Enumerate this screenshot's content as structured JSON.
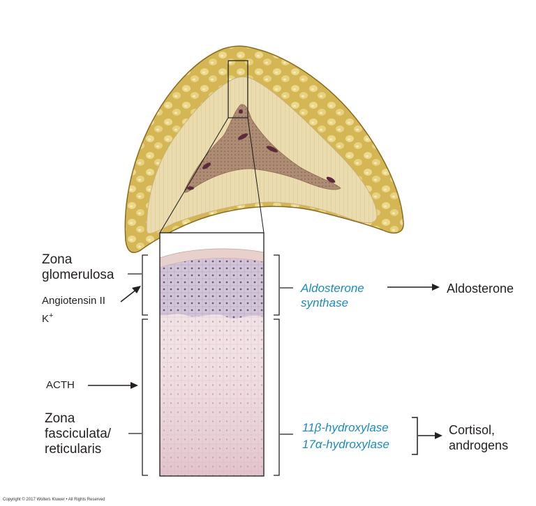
{
  "labels": {
    "zona_glomerulosa": [
      "Zona",
      "glomerulosa"
    ],
    "angiotensin": "Angiotensin II",
    "k_plus": "K",
    "k_plus_sup": "+",
    "acth": "ACTH",
    "zona_fasciculata": [
      "Zona",
      "fasciculata/",
      "reticularis"
    ],
    "aldosterone_synthase": [
      "Aldosterone",
      "synthase"
    ],
    "aldosterone": "Aldosterone",
    "hydroxylase_11": "11β-hydroxylase",
    "hydroxylase_17": "17α-hydroxylase",
    "cortisol": [
      "Cortisol,",
      "androgens"
    ],
    "copyright": "Copyright © 2017 Wolters Kluwer • All Rights Reserved"
  },
  "colors": {
    "enzyme_text": "#1b8ac2",
    "label_text": "#231f20",
    "fat": "#d8bd5a",
    "cortex": "#eadcae",
    "medulla": "#a7846a",
    "glomerulosa": "#cdbfd6",
    "fasciculata": "#f0dde2"
  }
}
